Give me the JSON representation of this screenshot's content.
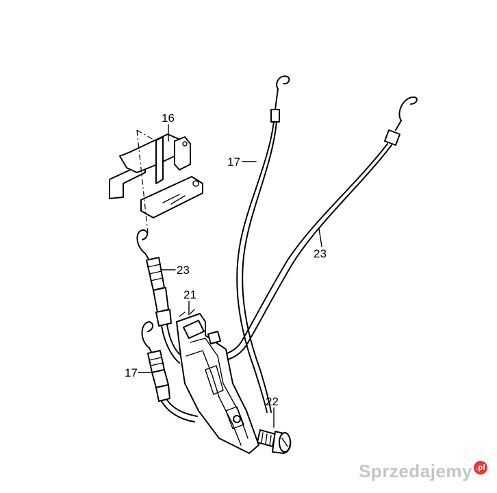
{
  "labels": {
    "p16": "16",
    "p17_upper": "17",
    "p23_right": "23",
    "p23_left": "23",
    "p21": "21",
    "p17_lower": "17",
    "p22": "22"
  },
  "watermark": {
    "text": "Sprzedajemy",
    "suffix": ".pl"
  }
}
